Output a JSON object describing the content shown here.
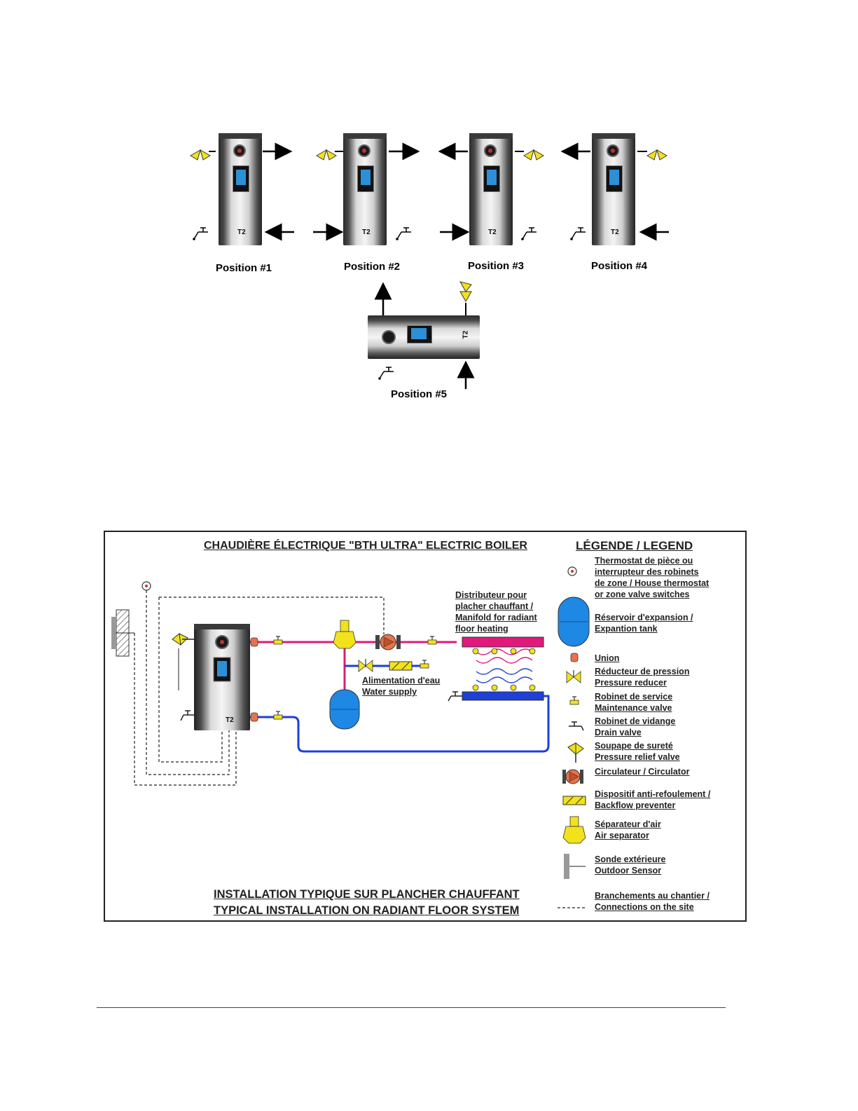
{
  "positions": {
    "labels": [
      "Position #1",
      "Position #2",
      "Position #3",
      "Position #4",
      "Position #5"
    ],
    "boiler_logo": "T2"
  },
  "diagram": {
    "title": "CHAUDIÈRE ÉLECTRIQUE \"BTH ULTRA\" ELECTRIC BOILER",
    "legend_title": "LÉGENDE / LEGEND",
    "manifold_label": [
      "Distributeur pour",
      "placher chauffant /",
      "Manifold for radiant",
      "floor heating"
    ],
    "water_supply_label": [
      "Alimentation d'eau",
      "Water supply"
    ],
    "installation_title": [
      "INSTALLATION TYPIQUE SUR PLANCHER CHAUFFANT",
      "TYPICAL INSTALLATION ON RADIANT FLOOR SYSTEM"
    ],
    "colors": {
      "supply_pipe": "#e0197d",
      "return_pipe": "#1f3fd6",
      "valve": "#f2e21b",
      "tank": "#1e88e5",
      "pump": "#e8734a"
    }
  },
  "legend": [
    {
      "icon": "thermostat-icon",
      "text": [
        "Thermostat de pièce ou",
        "interrupteur des robinets",
        "de zone / House thermostat",
        "or zone valve switches"
      ]
    },
    {
      "icon": "expansion-tank-icon",
      "text": [
        "Réservoir d'expansion /",
        "Expantion tank"
      ]
    },
    {
      "icon": "union-icon",
      "text": [
        "Union"
      ]
    },
    {
      "icon": "pressure-reducer-icon",
      "text": [
        "Réducteur de pression",
        "Pressure reducer"
      ]
    },
    {
      "icon": "maintenance-valve-icon",
      "text": [
        "Robinet de service",
        "Maintenance valve"
      ]
    },
    {
      "icon": "drain-valve-icon",
      "text": [
        "Robinet de vidange",
        "Drain valve"
      ]
    },
    {
      "icon": "pressure-relief-valve-icon",
      "text": [
        "Soupape de sureté",
        "Pressure relief valve"
      ]
    },
    {
      "icon": "circulator-icon",
      "text": [
        "Circulateur / Circulator"
      ]
    },
    {
      "icon": "backflow-preventer-icon",
      "text": [
        "Dispositif anti-refoulement /",
        "Backflow preventer"
      ]
    },
    {
      "icon": "air-separator-icon",
      "text": [
        "Séparateur d'air",
        "Air separator"
      ]
    },
    {
      "icon": "outdoor-sensor-icon",
      "text": [
        "Sonde extérieure",
        "Outdoor Sensor"
      ]
    },
    {
      "icon": "site-connection-line-icon",
      "text": [
        "Branchements au chantier /",
        "Connections on the site"
      ]
    }
  ]
}
